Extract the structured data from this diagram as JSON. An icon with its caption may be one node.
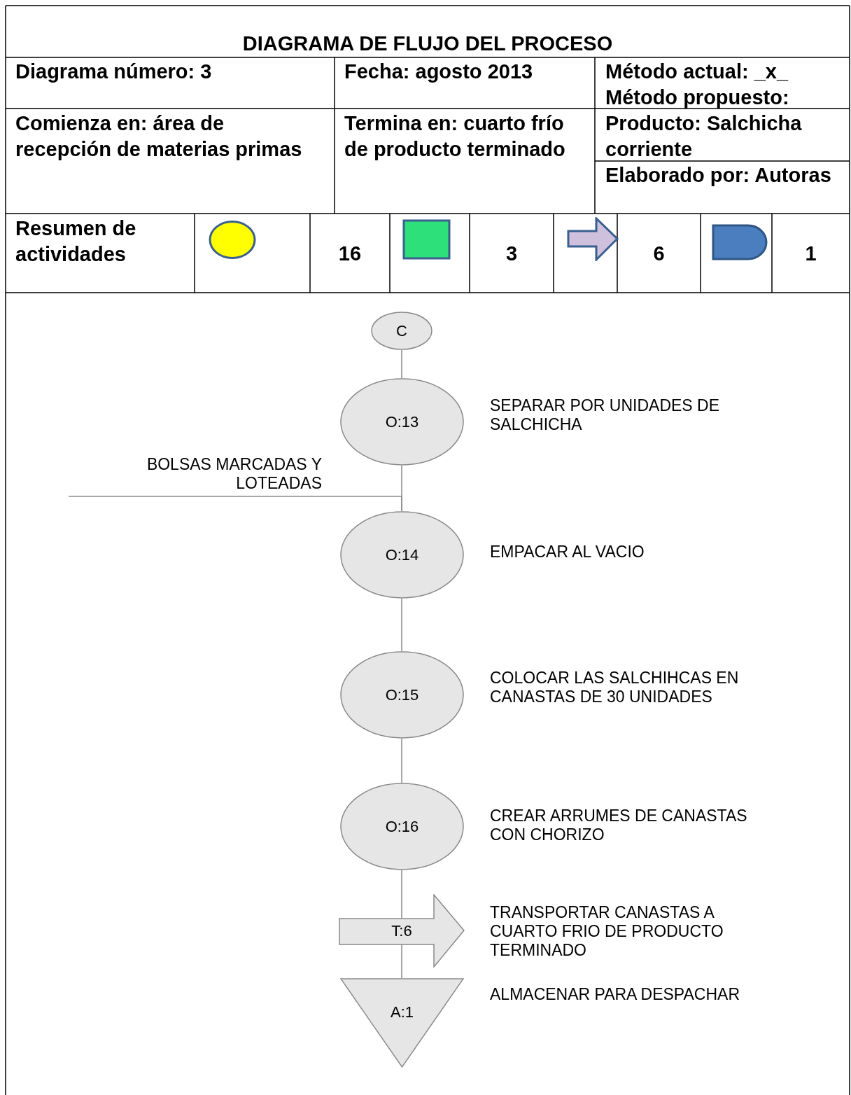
{
  "diagram": {
    "title": "DIAGRAMA DE FLUJO DEL PROCESO",
    "nodes": [
      {
        "text": [
          "C"
        ]
      },
      {
        "text": [
          "O:13"
        ],
        "beside": [
          "SEPARAR POR UNIDADES DE SALCHICHA"
        ]
      },
      {
        "text": [
          "BOLSAS MARCADAS Y LOTEADAS"
        ]
      },
      {
        "text": [
          "O:14"
        ],
        "beside": [
          "EMPACAR AL VACIO"
        ]
      },
      {
        "text": [
          "O:15"
        ],
        "beside": [
          "COLOCAR LAS SALCHIHCAS EN CANASTAS DE 30 UNIDADES"
        ]
      },
      {
        "text": [
          "O:16"
        ],
        "beside": [
          "CREAR ARRUMES DE CANASTAS CON CHORIZO"
        ]
      },
      {
        "text": [
          "T:6"
        ],
        "beside": [
          "TRANSPORTAR CANASTAS A CUARTO FRIO DE PRODUCTO TERMINADO"
        ]
      },
      {
        "text": [
          "A:1"
        ],
        "beside": [
          "ALMACENAR PARA DESPACHAR"
        ]
      }
    ],
    "edges": [
      {
        "from": 0,
        "to": 1,
        "arrow": "none"
      },
      {
        "from": 1,
        "to": 3,
        "arrow": "none"
      },
      {
        "from": 2,
        "to": 3,
        "arrow": "none"
      },
      {
        "from": 3,
        "to": 4,
        "arrow": "none"
      },
      {
        "from": 4,
        "to": 5,
        "arrow": "none"
      },
      {
        "from": 5,
        "to": 6,
        "arrow": "none"
      },
      {
        "from": 6,
        "to": 7,
        "arrow": "none"
      }
    ],
    "labels": [
      "Diagrama número: 3",
      "Fecha: agosto 2013",
      "Método actual: _x_",
      "Método propuesto:",
      "Comienza en: área de recepción de materias primas",
      "Termina en: cuarto frío de producto terminado",
      "Producto: Salchicha corriente",
      "Elaborado por: Autoras",
      "Resumen de actividades",
      "16",
      "3",
      "6",
      "1"
    ]
  }
}
